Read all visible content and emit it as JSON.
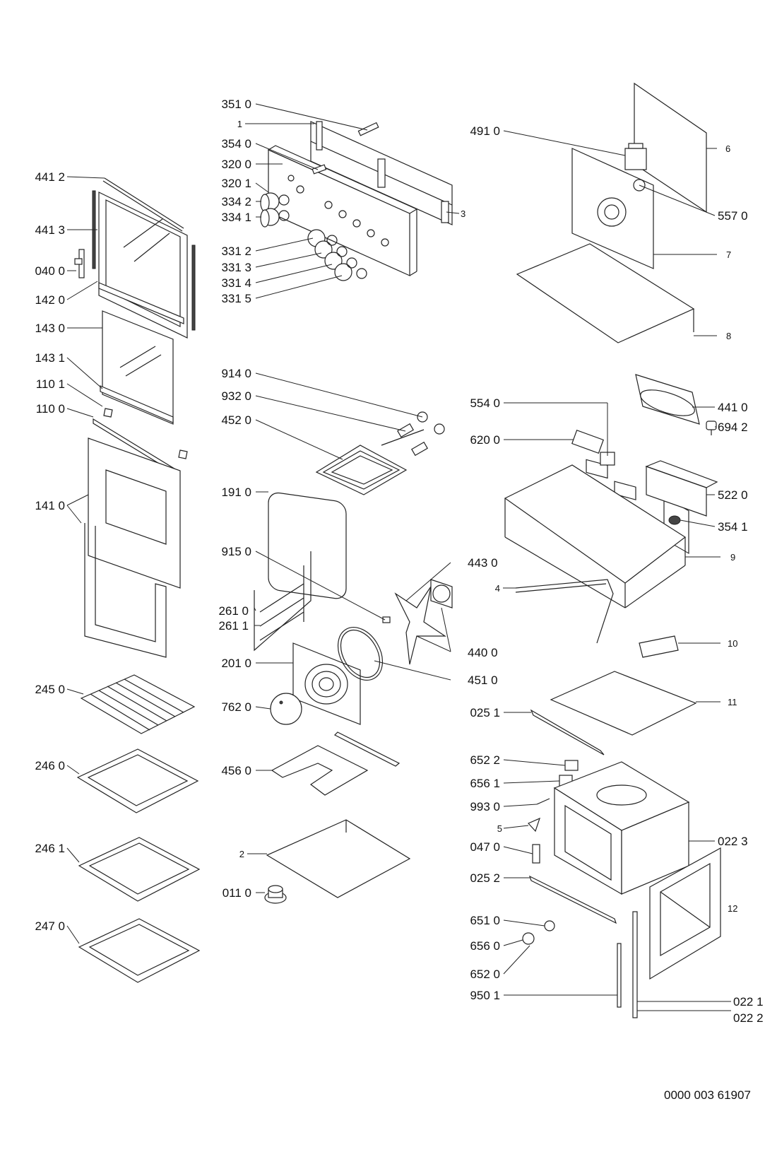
{
  "doc_number": "0000 003 61907",
  "callouts": [
    {
      "id": "c1",
      "text": "351 0",
      "side": "left"
    },
    {
      "id": "c2",
      "text": "1",
      "side": "left"
    },
    {
      "id": "c3",
      "text": "354 0",
      "side": "left"
    },
    {
      "id": "c4",
      "text": "320 0",
      "side": "left"
    },
    {
      "id": "c5",
      "text": "320 1",
      "side": "left"
    },
    {
      "id": "c6",
      "text": "334 2",
      "side": "left"
    },
    {
      "id": "c7",
      "text": "334 1",
      "side": "left"
    },
    {
      "id": "c8",
      "text": "3",
      "side": "right"
    },
    {
      "id": "c9",
      "text": "331 2",
      "side": "left"
    },
    {
      "id": "c10",
      "text": "331 3",
      "side": "left"
    },
    {
      "id": "c11",
      "text": "331 4",
      "side": "left"
    },
    {
      "id": "c12",
      "text": "331 5",
      "side": "left"
    },
    {
      "id": "c13",
      "text": "441 2",
      "side": "left"
    },
    {
      "id": "c14",
      "text": "441 3",
      "side": "left"
    },
    {
      "id": "c15",
      "text": "040 0",
      "side": "left"
    },
    {
      "id": "c16",
      "text": "142 0",
      "side": "left"
    },
    {
      "id": "c17",
      "text": "143 0",
      "side": "left"
    },
    {
      "id": "c18",
      "text": "143 1",
      "side": "left"
    },
    {
      "id": "c19",
      "text": "110 1",
      "side": "left"
    },
    {
      "id": "c20",
      "text": "110 0",
      "side": "left"
    },
    {
      "id": "c21",
      "text": "141 0",
      "side": "left"
    },
    {
      "id": "c22",
      "text": "245 0",
      "side": "left"
    },
    {
      "id": "c23",
      "text": "246 0",
      "side": "left"
    },
    {
      "id": "c24",
      "text": "246 1",
      "side": "left"
    },
    {
      "id": "c25",
      "text": "247 0",
      "side": "left"
    },
    {
      "id": "c26",
      "text": "914 0",
      "side": "left"
    },
    {
      "id": "c27",
      "text": "932 0",
      "side": "left"
    },
    {
      "id": "c28",
      "text": "452 0",
      "side": "left"
    },
    {
      "id": "c29",
      "text": "191 0",
      "side": "left"
    },
    {
      "id": "c30",
      "text": "915 0",
      "side": "left"
    },
    {
      "id": "c31",
      "text": "443 0",
      "side": "right"
    },
    {
      "id": "c32",
      "text": "4",
      "side": "left"
    },
    {
      "id": "c33",
      "text": "261 0",
      "side": "left"
    },
    {
      "id": "c34",
      "text": "261 1",
      "side": "left"
    },
    {
      "id": "c35",
      "text": "440 0",
      "side": "right"
    },
    {
      "id": "c36",
      "text": "201 0",
      "side": "left"
    },
    {
      "id": "c37",
      "text": "451 0",
      "side": "right"
    },
    {
      "id": "c38",
      "text": "762 0",
      "side": "left"
    },
    {
      "id": "c39",
      "text": "456 0",
      "side": "left"
    },
    {
      "id": "c40",
      "text": "2",
      "side": "left"
    },
    {
      "id": "c41",
      "text": "011 0",
      "side": "left"
    },
    {
      "id": "c42",
      "text": "491 0",
      "side": "left"
    },
    {
      "id": "c43",
      "text": "6",
      "side": "right"
    },
    {
      "id": "c44",
      "text": "557 0",
      "side": "right"
    },
    {
      "id": "c45",
      "text": "7",
      "side": "right"
    },
    {
      "id": "c46",
      "text": "8",
      "side": "right"
    },
    {
      "id": "c47",
      "text": "441 0",
      "side": "right"
    },
    {
      "id": "c48",
      "text": "694 2",
      "side": "right"
    },
    {
      "id": "c49",
      "text": "554 0",
      "side": "left"
    },
    {
      "id": "c50",
      "text": "620 0",
      "side": "left"
    },
    {
      "id": "c51",
      "text": "522 0",
      "side": "right"
    },
    {
      "id": "c52",
      "text": "354 1",
      "side": "right"
    },
    {
      "id": "c53",
      "text": "9",
      "side": "right"
    },
    {
      "id": "c54",
      "text": "10",
      "side": "right"
    },
    {
      "id": "c55",
      "text": "11",
      "side": "right"
    },
    {
      "id": "c56",
      "text": "025 1",
      "side": "left"
    },
    {
      "id": "c57",
      "text": "652 2",
      "side": "left"
    },
    {
      "id": "c58",
      "text": "656 1",
      "side": "left"
    },
    {
      "id": "c59",
      "text": "993 0",
      "side": "left"
    },
    {
      "id": "c60",
      "text": "5",
      "side": "left"
    },
    {
      "id": "c61",
      "text": "047 0",
      "side": "left"
    },
    {
      "id": "c62",
      "text": "022 3",
      "side": "right"
    },
    {
      "id": "c63",
      "text": "025 2",
      "side": "left"
    },
    {
      "id": "c64",
      "text": "12",
      "side": "right"
    },
    {
      "id": "c65",
      "text": "651 0",
      "side": "left"
    },
    {
      "id": "c66",
      "text": "656 0",
      "side": "left"
    },
    {
      "id": "c67",
      "text": "652 0",
      "side": "left"
    },
    {
      "id": "c68",
      "text": "950 1",
      "side": "left"
    },
    {
      "id": "c69",
      "text": "022 1",
      "side": "right"
    },
    {
      "id": "c70",
      "text": "022 2",
      "side": "right"
    }
  ]
}
